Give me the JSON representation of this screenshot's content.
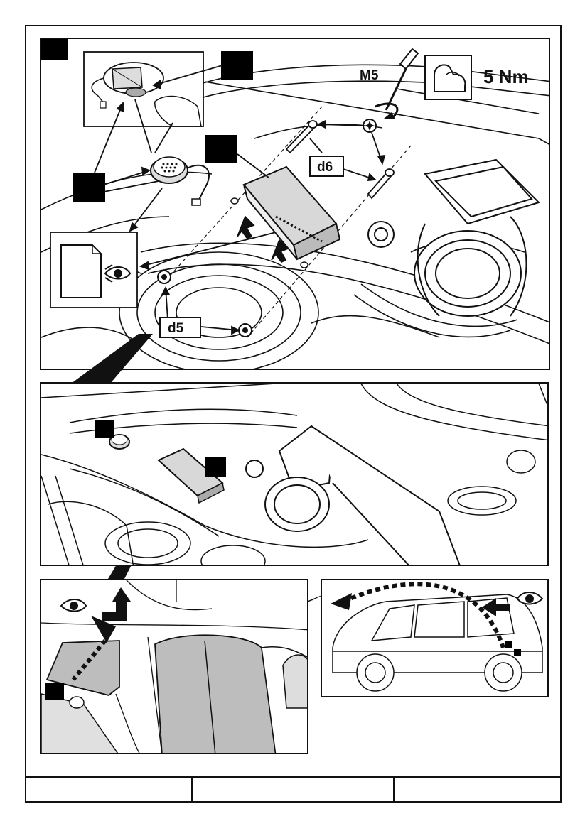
{
  "labels": {
    "tool_size": "M5",
    "torque": "5 Nm",
    "fastener_screw": "d6",
    "fastener_nut": "d5"
  },
  "icons": {
    "screwdriver": "screwdriver-icon",
    "torx": "torx-head-icon",
    "arm_strength": "flexed-arm-icon",
    "eye": "eye-icon",
    "document": "document-icon"
  },
  "colors": {
    "line": "#111111",
    "unit_fill": "#d8d8d8",
    "marker_fill": "#000000",
    "panel_bg": "#ffffff"
  }
}
